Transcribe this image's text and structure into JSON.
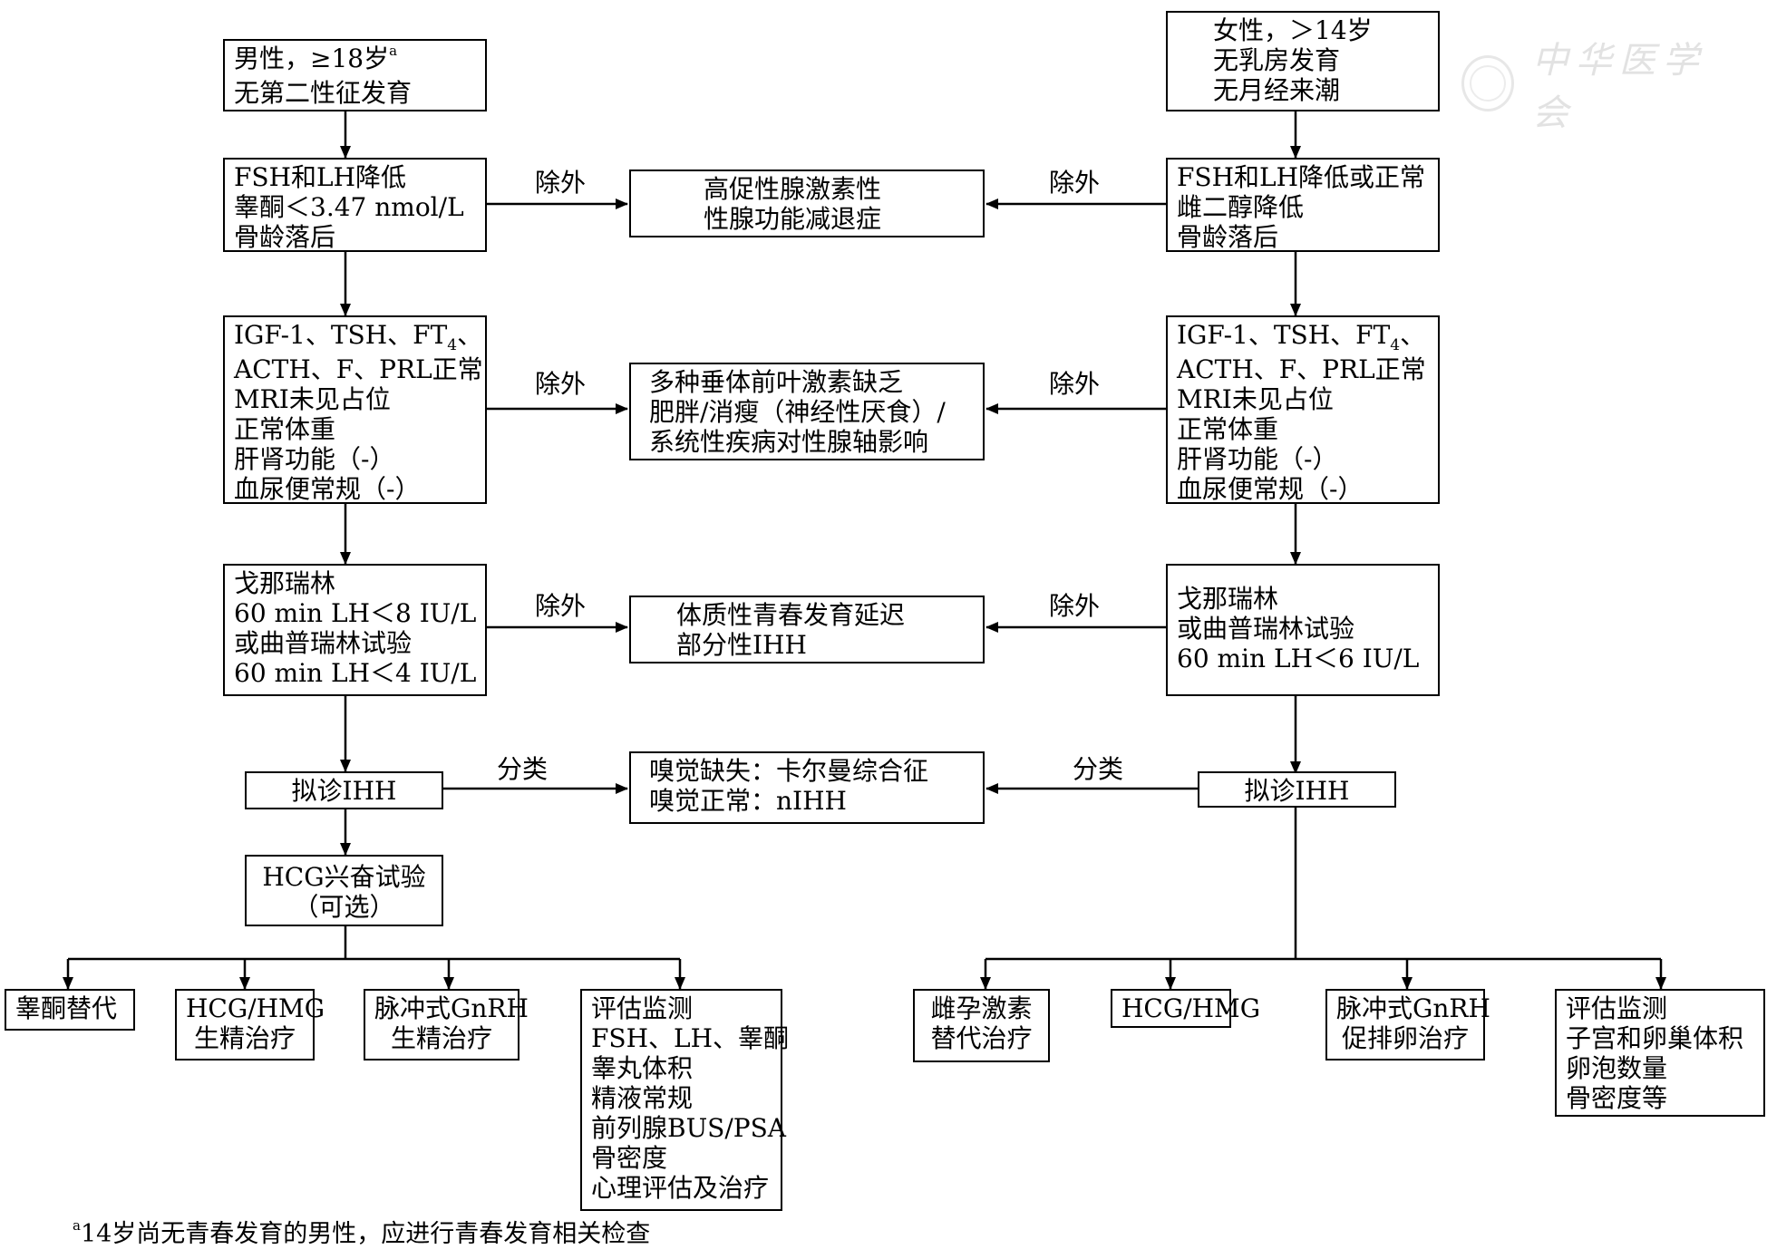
{
  "watermark_text": "中华医学会",
  "left": {
    "start": {
      "line1": "男性，≥18岁",
      "sup": "a",
      "line2": "无第二性征发育"
    },
    "hormones": [
      "FSH和LH降低",
      "睾酮＜3.47 nmol/L",
      "骨龄落后"
    ],
    "exclusion_tests": {
      "line1": "IGF-1、TSH、FT",
      "sub": "4",
      "line1_end": "、",
      "lines": [
        "ACTH、F、PRL正常",
        "MRI未见占位",
        "正常体重",
        "肝肾功能（-）",
        "血尿便常规（-）"
      ]
    },
    "stimulation": [
      "戈那瑞林",
      "60 min LH＜8 IU/L",
      "或曲普瑞林试验",
      "60 min LH＜4 IU/L"
    ],
    "diagnosis": "拟诊IHH",
    "hcg_test": [
      "HCG兴奋试验",
      "（可选）"
    ],
    "treatments": [
      {
        "lines": [
          "睾酮替代"
        ]
      },
      {
        "lines": [
          "HCG/HMG",
          "生精治疗"
        ]
      },
      {
        "lines": [
          "脉冲式GnRH",
          "生精治疗"
        ]
      },
      {
        "lines": [
          "评估监测",
          "FSH、LH、睾酮",
          "睾丸体积",
          "精液常规",
          "前列腺BUS/PSA",
          "骨密度",
          "心理评估及治疗"
        ]
      }
    ]
  },
  "right": {
    "start": [
      "女性，＞14岁",
      "无乳房发育",
      "无月经来潮"
    ],
    "hormones": [
      "FSH和LH降低或正常",
      "雌二醇降低",
      "骨龄落后"
    ],
    "exclusion_tests": {
      "line1": "IGF-1、TSH、FT",
      "sub": "4",
      "line1_end": "、",
      "lines": [
        "ACTH、F、PRL正常",
        "MRI未见占位",
        "正常体重",
        "肝肾功能（-）",
        "血尿便常规（-）"
      ]
    },
    "stimulation": [
      "戈那瑞林",
      "或曲普瑞林试验",
      "60 min LH＜6 IU/L"
    ],
    "diagnosis": "拟诊IHH",
    "treatments": [
      {
        "lines": [
          "雌孕激素",
          "替代治疗"
        ]
      },
      {
        "lines": [
          "HCG/HMG"
        ]
      },
      {
        "lines": [
          "脉冲式GnRH",
          "促排卵治疗"
        ]
      },
      {
        "lines": [
          "评估监测",
          "子宫和卵巢体积",
          "卵泡数量",
          "骨密度等"
        ]
      }
    ]
  },
  "middle": {
    "hypergonadotropic": [
      "高促性腺激素性",
      "性腺功能减退症"
    ],
    "other_causes": [
      "多种垂体前叶激素缺乏",
      "肥胖/消瘦（神经性厌食）/",
      "系统性疾病对性腺轴影响"
    ],
    "constitutional": [
      "体质性青春发育延迟",
      "部分性IHH"
    ],
    "classification": [
      "嗅觉缺失：卡尔曼综合征",
      "嗅觉正常：nIHH"
    ]
  },
  "edge_labels": {
    "exclude": "除外",
    "classify": "分类"
  },
  "footnote": {
    "sup": "a",
    "text": "14岁尚无青春发育的男性，应进行青春发育相关检查"
  }
}
